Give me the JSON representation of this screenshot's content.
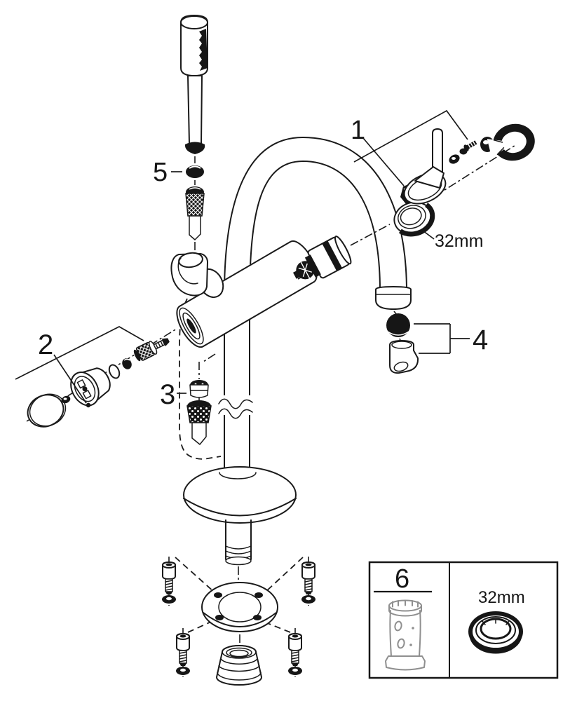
{
  "diagram": {
    "kind": "exploded-parts-diagram",
    "subject": "floor-standing bath and shower mixer with hand shower",
    "background_color": "#ffffff",
    "line_color": "#1a1a1a",
    "tool_outline_color": "#8f8f8f",
    "labels": {
      "part1": "1",
      "part2": "2",
      "part3": "3",
      "part4": "4",
      "part5": "5",
      "part6": "6",
      "ring_dimension": "32mm",
      "tool_ring_dimension": "32mm"
    }
  }
}
